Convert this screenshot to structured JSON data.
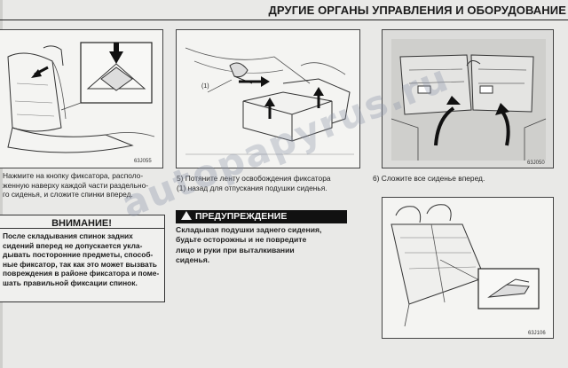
{
  "header": {
    "title": "ДРУГИЕ ОРГАНЫ УПРАВЛЕНИЯ И ОБОРУДОВАНИЕ"
  },
  "figures": {
    "fig1": {
      "code": "63J055"
    },
    "fig2": {
      "code": "",
      "label": "(1)"
    },
    "fig3": {
      "code": "63J050"
    },
    "fig4": {
      "code": "63J106"
    }
  },
  "captions": {
    "step4": [
      "Нажмите на кнопку фиксатора, располо-",
      "женную наверху каждой части раздельно-",
      "го сиденья, и сложите спинки вперед."
    ],
    "step5": [
      "5)  Потяните ленту освобождения фиксатора",
      "     (1) назад для отпускания подушки сиденья."
    ],
    "step6": [
      "6)  Сложите все сиденье вперед."
    ]
  },
  "attention": {
    "title": "ВНИМАНИЕ!",
    "lines": [
      "После складывания спинок задних",
      "сидений вперед не допускается укла-",
      "дывать посторонние предметы, способ-",
      "ные фиксатор, так как это может вызвать",
      "повреждения в районе фиксатора и поме-",
      "шать правильной фиксации спинок."
    ]
  },
  "warning": {
    "title": "ПРЕДУПРЕЖДЕНИЕ",
    "lines": [
      "Складывая подушки заднего сидения,",
      "будьте осторожны и не повредите",
      "лицо и руки при выталкивании",
      "сиденья."
    ]
  },
  "watermark": {
    "text": "autopapyrus.ru"
  }
}
